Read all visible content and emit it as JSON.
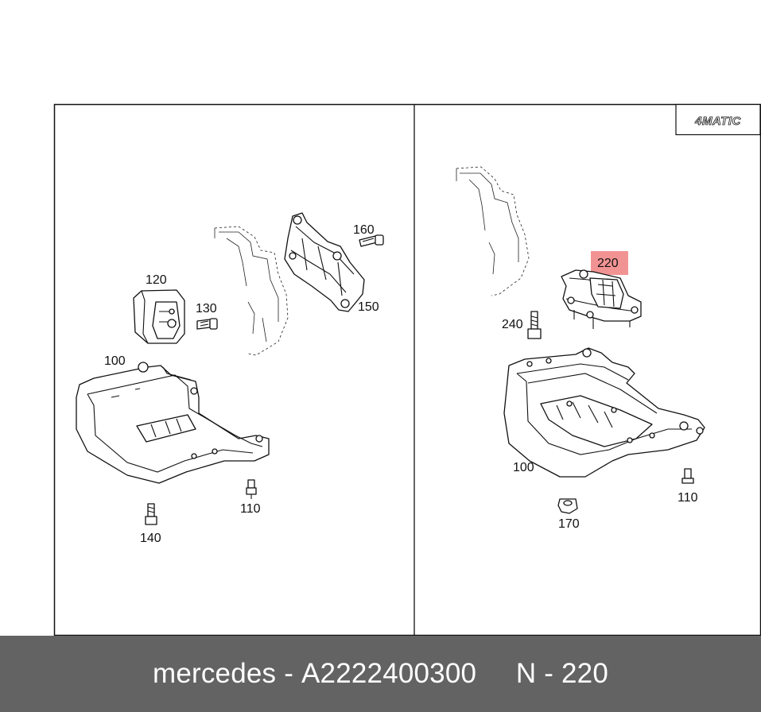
{
  "panels": {
    "left": {
      "callouts": {
        "c120": "120",
        "c130": "130",
        "c160": "160",
        "c150": "150",
        "c100": "100",
        "c110": "110",
        "c140": "140"
      }
    },
    "right": {
      "badge": "4MATIC",
      "callouts": {
        "c220": "220",
        "c240": "240",
        "c100": "100",
        "c110": "110",
        "c170": "170"
      },
      "highlight_color": "#f08080"
    }
  },
  "footer": {
    "brand": "mercedes",
    "separator1": " - ",
    "part_number": "A2222400300",
    "gap": "     ",
    "position_label": "N",
    "separator2": " - ",
    "position_value": "220"
  },
  "colors": {
    "footer_bg": "#636363",
    "line": "#111111"
  }
}
